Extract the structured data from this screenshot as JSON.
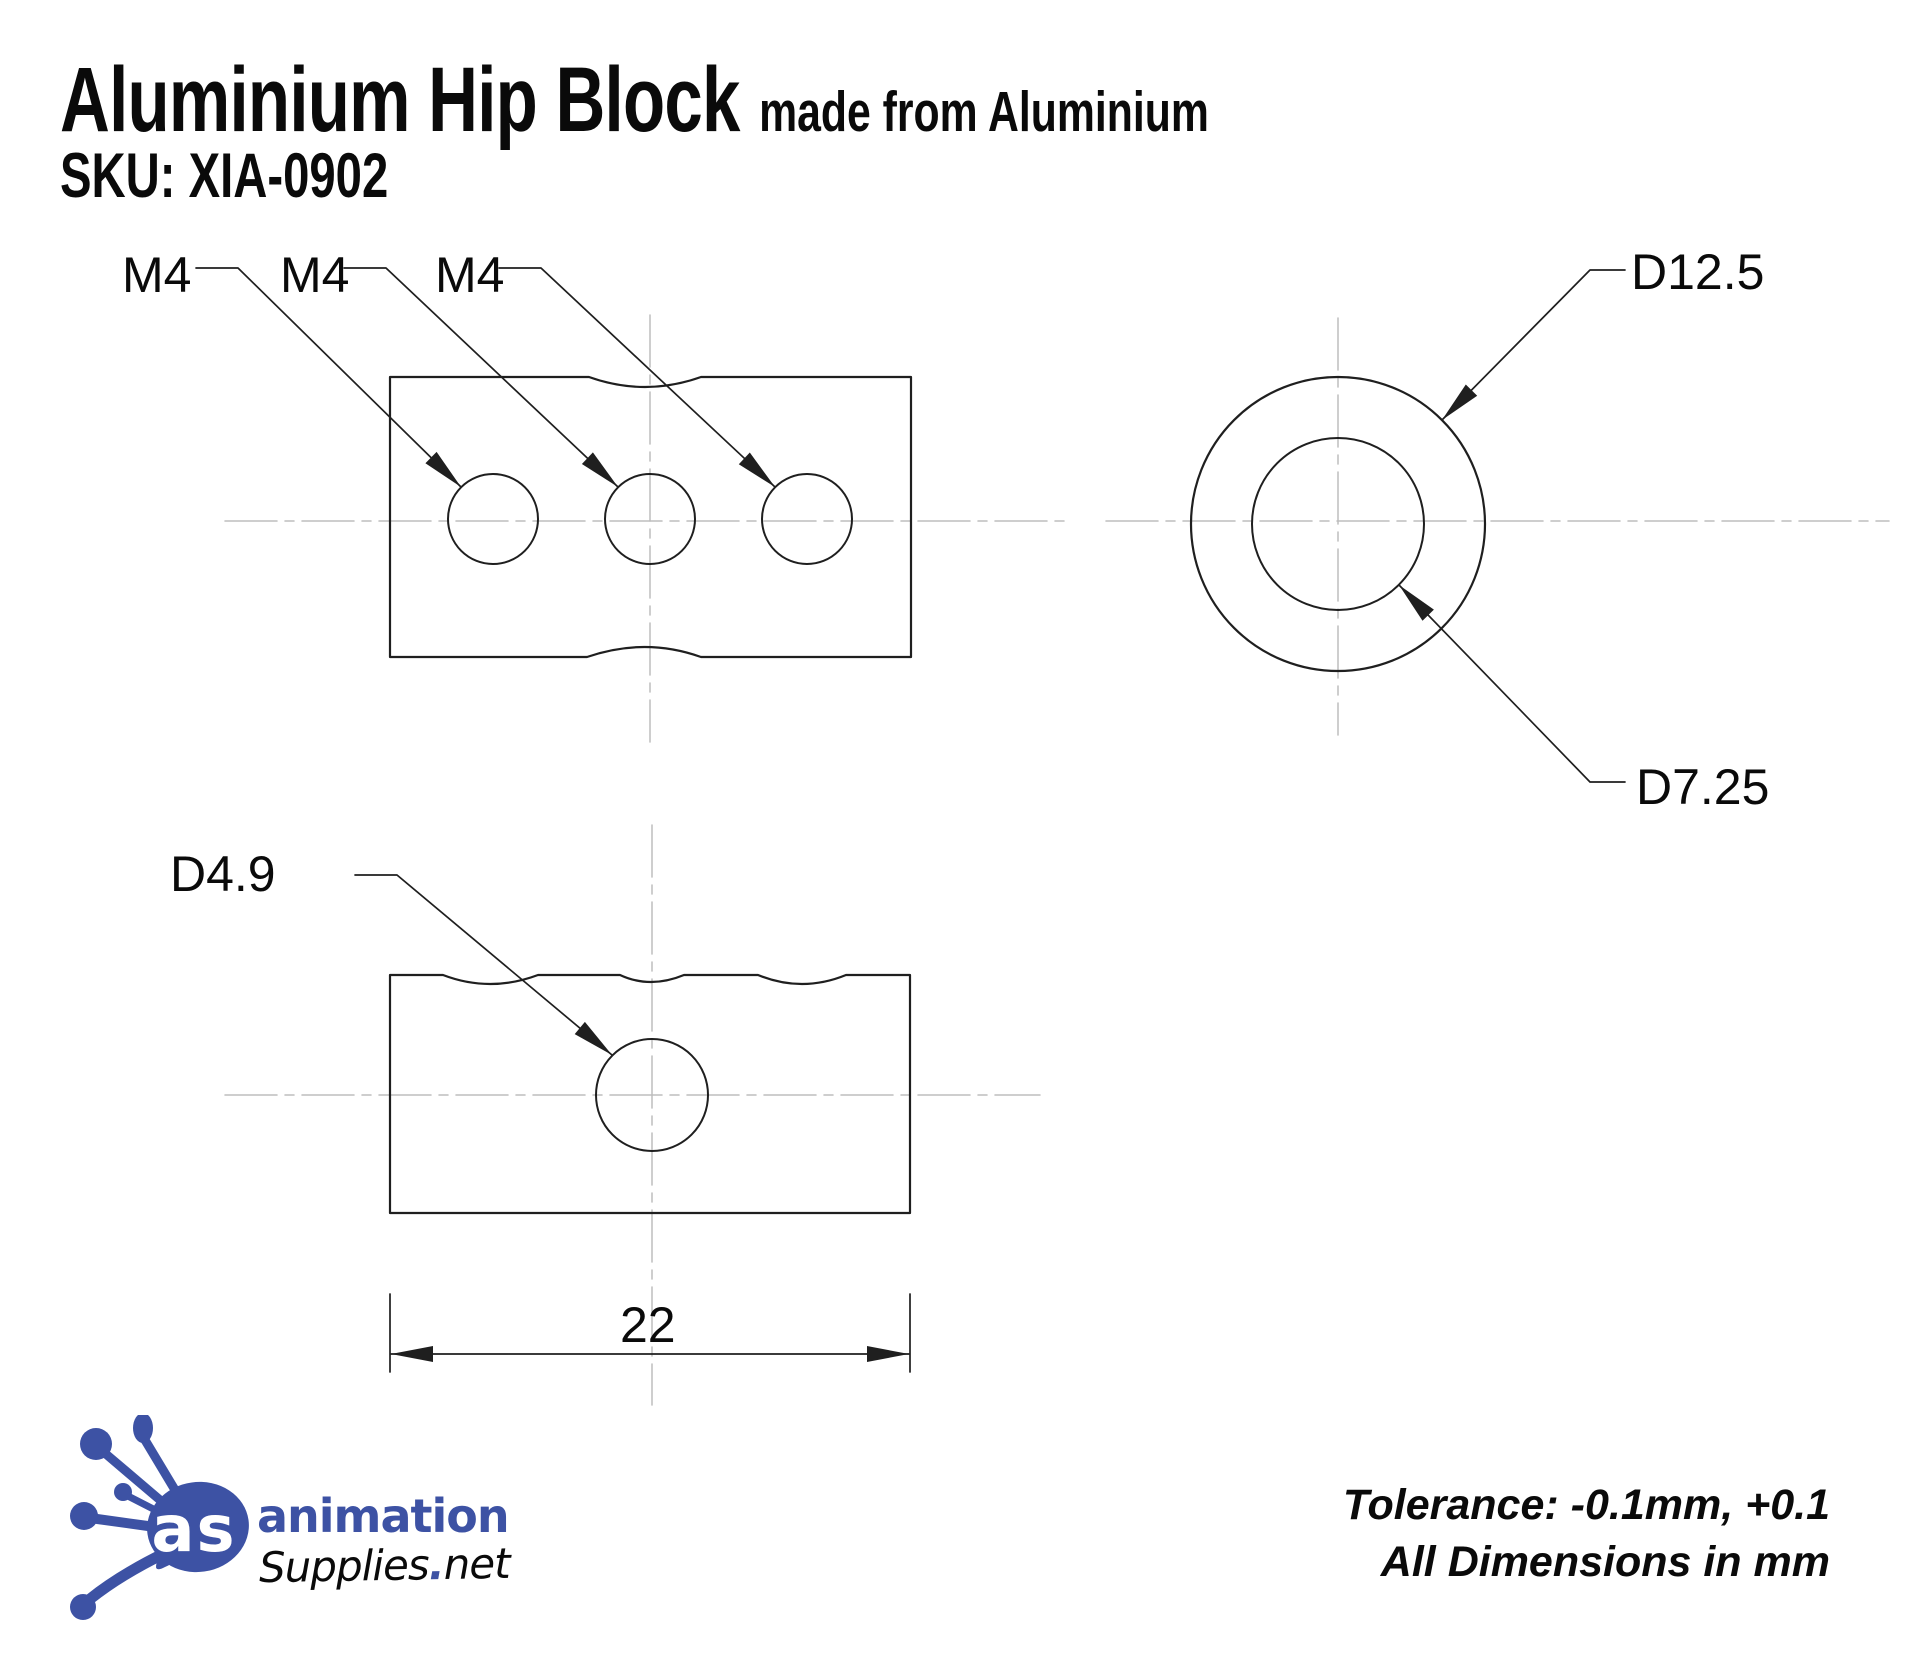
{
  "header": {
    "title": "Aluminium Hip Block",
    "subtitle": "made from Aluminium",
    "sku": "SKU: XIA-0902"
  },
  "labels": {
    "m4_a": "M4",
    "m4_b": "M4",
    "m4_c": "M4",
    "d_outer": "D12.5",
    "d_inner": "D7.25",
    "d_cross": "D4.9",
    "width_dim": "22"
  },
  "logo": {
    "monogram": "as",
    "word1": "animation",
    "word2_supplies": "Supplies",
    "word2_dot": ".",
    "word2_net": "net"
  },
  "notes": {
    "tolerance": "Tolerance: -0.1mm, +0.1",
    "units": "All Dimensions in mm"
  },
  "colors": {
    "line": "#1f1f1f",
    "centerline": "#bdbdbd",
    "logo_blue": "#3d52a4",
    "text": "#000000"
  }
}
